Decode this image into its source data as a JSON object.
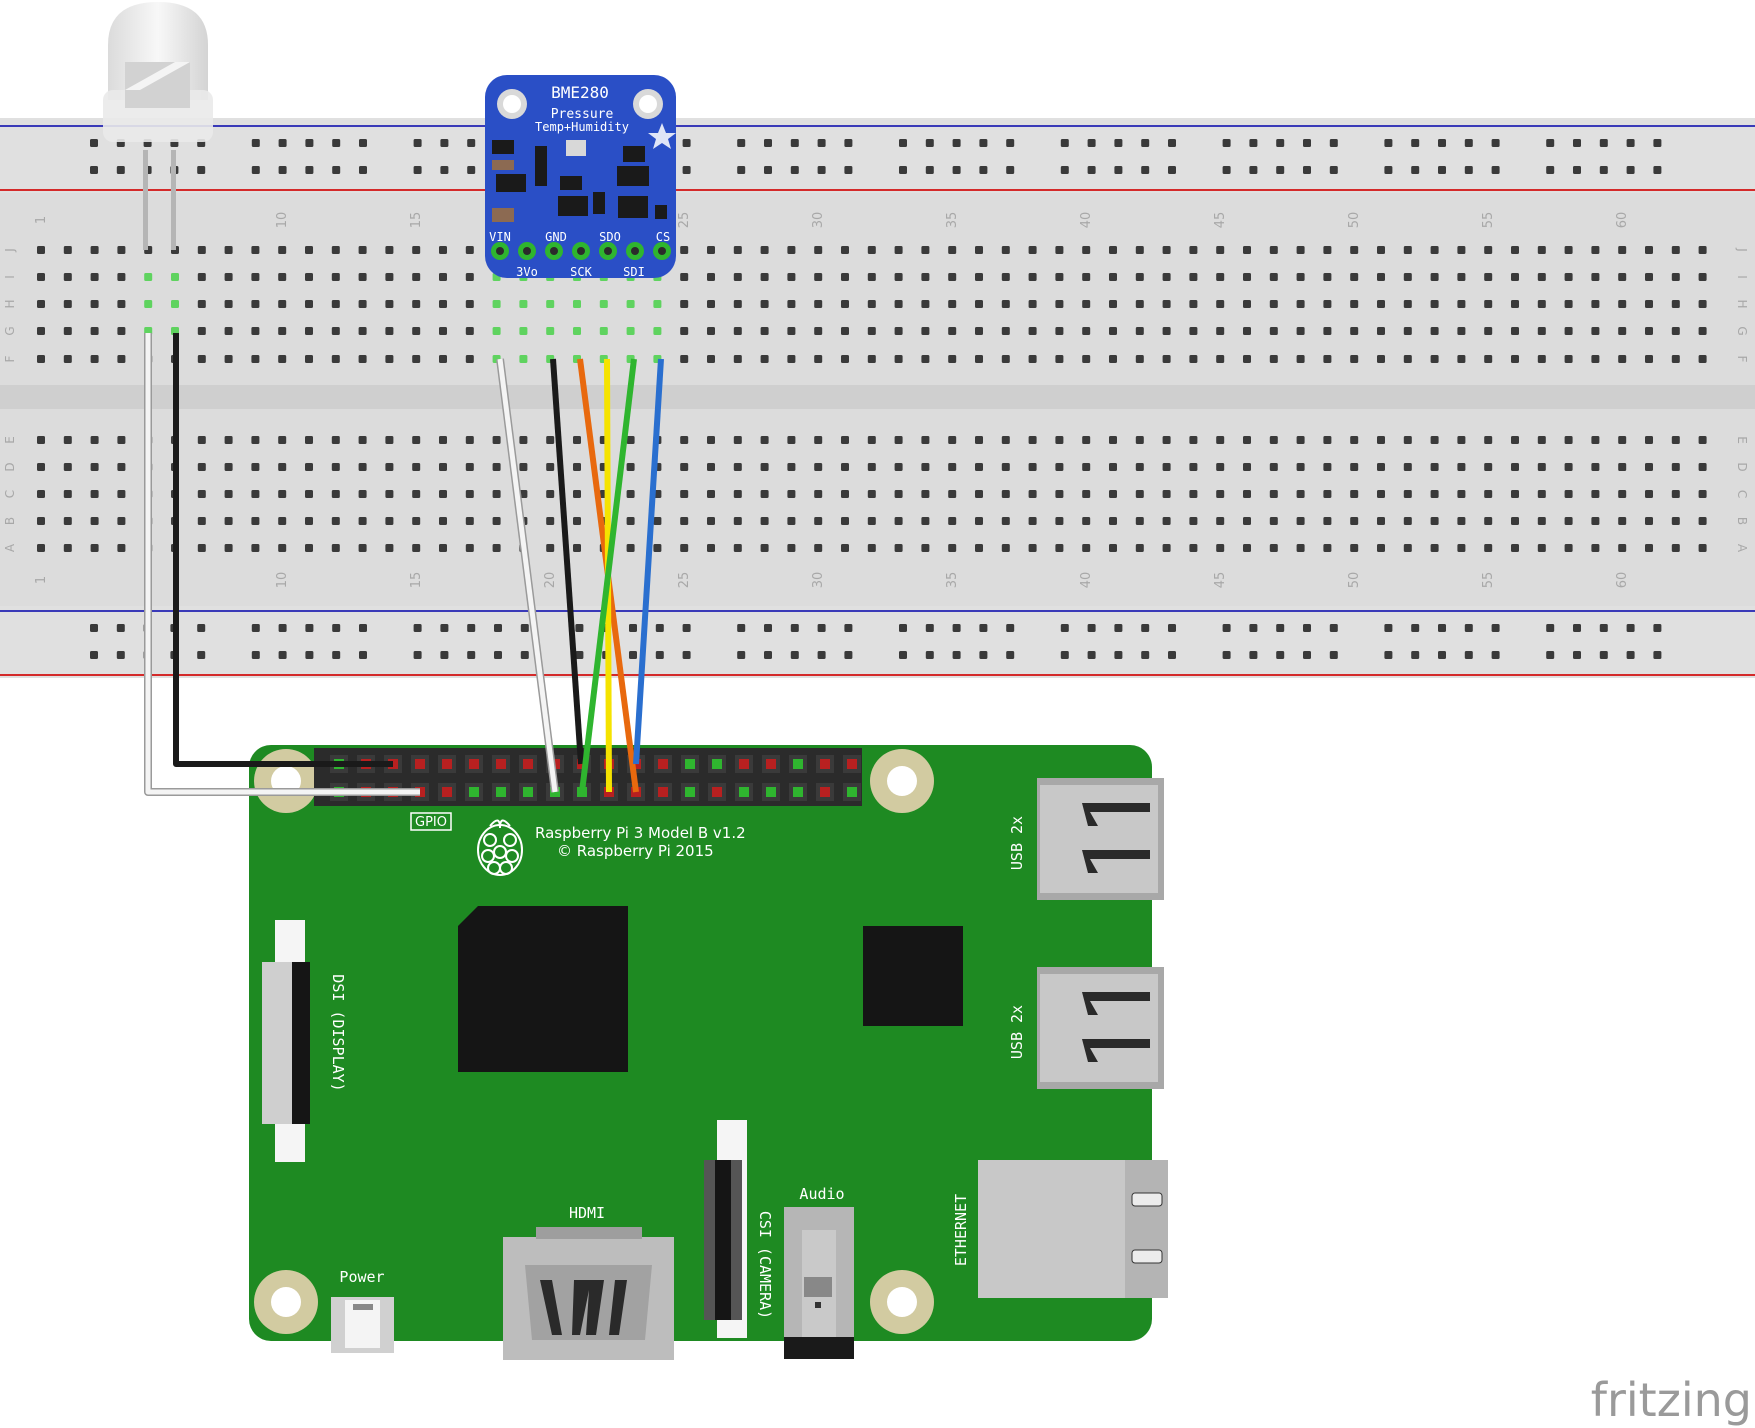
{
  "breadboard": {
    "row_letters_top": [
      "J",
      "I",
      "H",
      "G",
      "F"
    ],
    "row_letters_bottom": [
      "E",
      "D",
      "C",
      "B",
      "A"
    ],
    "column_numbers": [
      "1",
      "10",
      "15",
      "20",
      "25",
      "30",
      "35",
      "40",
      "45",
      "50",
      "55",
      "60"
    ]
  },
  "sensor": {
    "title": "BME280",
    "subtitle_line1": "Pressure",
    "subtitle_line2": "Temp+Humidity",
    "pins_top": [
      "VIN",
      "GND",
      "SDO",
      "CS"
    ],
    "pins_bottom": [
      "3Vo",
      "SCK",
      "SDI"
    ]
  },
  "board": {
    "gpio_label": "GPIO",
    "model_line1": "Raspberry Pi 3 Model B v1.2",
    "model_line2": "© Raspberry Pi 2015",
    "usb_label_1": "USB 2x",
    "usb_label_2": "USB 2x",
    "ethernet_label": "ETHERNET",
    "dsi_label": "DSI (DISPLAY)",
    "csi_label": "CSI (CAMERA)",
    "hdmi_label": "HDMI",
    "audio_label": "Audio",
    "power_label": "Power"
  },
  "watermark": "fritzing",
  "wire_colors": {
    "white": "#f4f4f4",
    "black": "#1a1a1a",
    "orange": "#e8690e",
    "yellow": "#f5e300",
    "green": "#2fb52f",
    "blue": "#2a6fcf"
  }
}
